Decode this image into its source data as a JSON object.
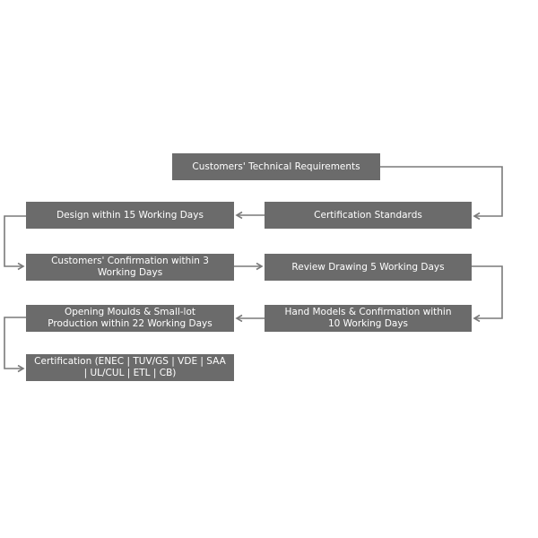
{
  "steps": {
    "technical_requirements": "Customers' Technical Requirements",
    "certification_standards": "Certification Standards",
    "design": "Design within 15 Working Days",
    "customers_confirmation": "Customers' Confirmation within 3\nWorking Days",
    "review_drawing": "Review Drawing 5 Working Days",
    "hand_models": "Hand Models & Confirmation within\n10 Working Days",
    "opening_moulds": "Opening Moulds & Small-lot\nProduction within 22 Working Days",
    "certification_final": "Certification (ENEC | TUV/GS | VDE | SAA\n| UL/CUL | ETL | CB)"
  },
  "colors": {
    "box": "#6b6b6b",
    "text": "#ffffff",
    "connector": "#7a7a7a"
  }
}
